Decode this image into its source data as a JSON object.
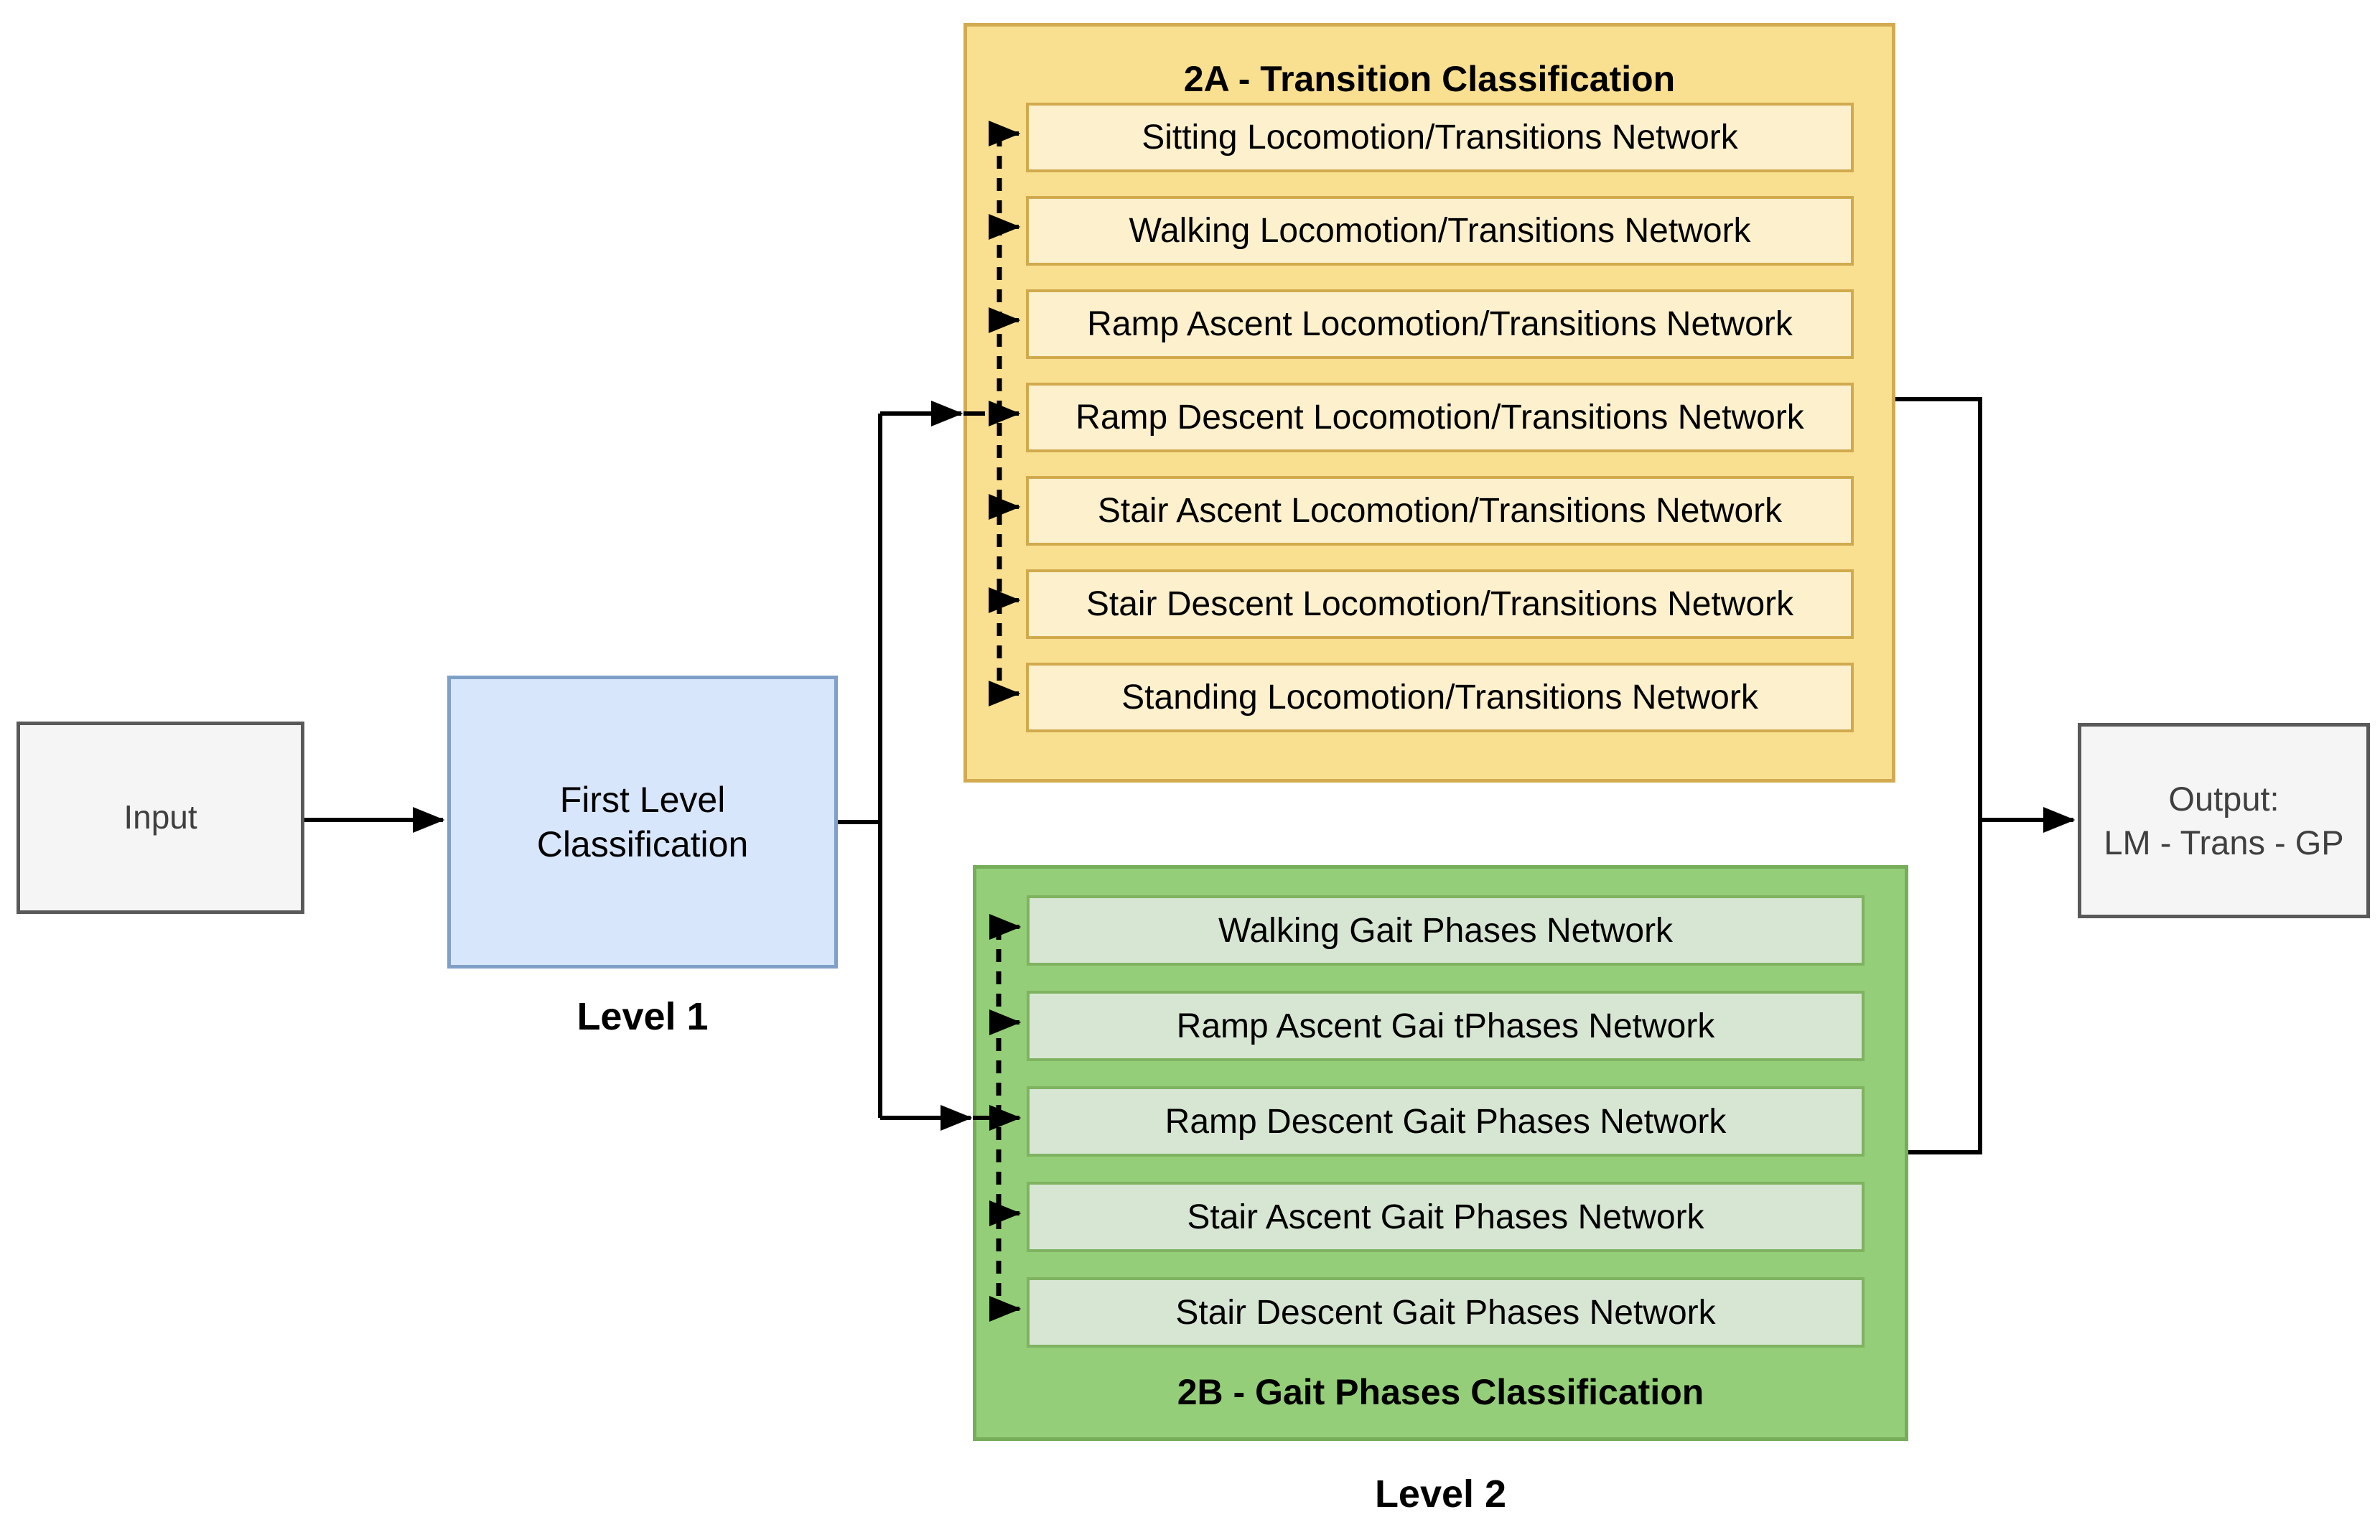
{
  "input": {
    "label": "Input"
  },
  "level1": {
    "box_label": "First Level Classification",
    "caption": "Level 1"
  },
  "level2": {
    "caption": "Level 2"
  },
  "group2a": {
    "title": "2A - Transition Classification",
    "items": [
      "Sitting Locomotion/Transitions Network",
      "Walking Locomotion/Transitions Network",
      "Ramp Ascent Locomotion/Transitions Network",
      "Ramp Descent Locomotion/Transitions Network",
      "Stair Ascent Locomotion/Transitions Network",
      "Stair Descent Locomotion/Transitions Network",
      "Standing Locomotion/Transitions Network"
    ]
  },
  "group2b": {
    "title": "2B - Gait Phases Classification",
    "items": [
      "Walking Gait Phases Network",
      "Ramp Ascent Gai tPhases Network",
      "Ramp Descent Gait Phases Network",
      "Stair Ascent Gait Phases Network",
      "Stair Descent Gait Phases Network"
    ]
  },
  "output": {
    "line1": "Output:",
    "line2": "LM - Trans - GP"
  },
  "colors": {
    "group2a_fill": "#F9DF90",
    "group2a_border": "#D2AB50",
    "group2a_item_fill": "#FCF0CD",
    "group2a_item_border": "#D0AA4D",
    "group2b_fill": "#94CE78",
    "group2b_border": "#76AD59",
    "group2b_item_fill": "#D7E6D2",
    "group2b_item_border": "#7FB261",
    "level1_fill": "#D7E6FA",
    "level1_border": "#7F9FC7",
    "terminal_fill": "#F5F5F5",
    "terminal_border": "#595959",
    "connector": "#000000"
  }
}
